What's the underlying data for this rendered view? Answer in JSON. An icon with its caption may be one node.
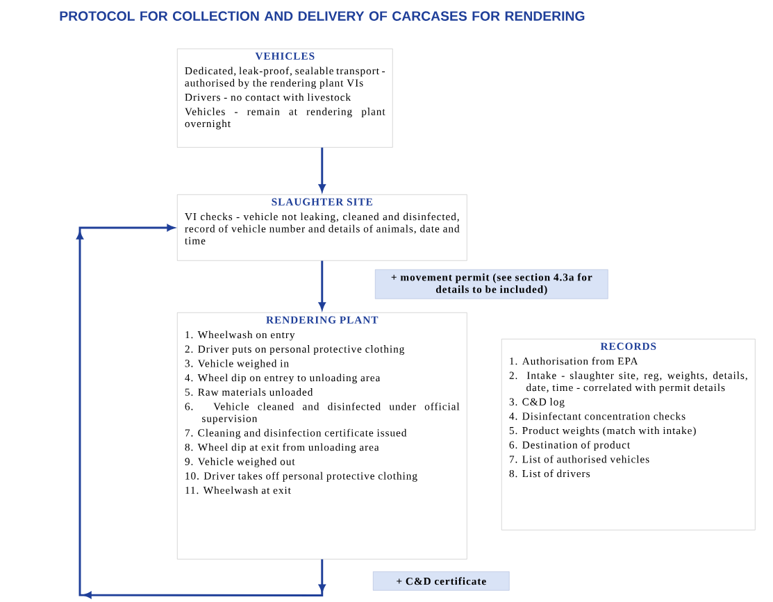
{
  "diagram": {
    "title": "PROTOCOL FOR COLLECTION AND DELIVERY OF CARCASES FOR RENDERING",
    "nodes": [
      {
        "text": [
          "VEHICLES",
          "Dedicated, leak-proof, sealable transport - authorised by the rendering plant VIs",
          "Drivers - no contact with livestock",
          "Vehicles - remain at rendering plant overnight"
        ]
      },
      {
        "text": [
          "SLAUGHTER SITE",
          "VI checks - vehicle not leaking, cleaned and disinfected, record of vehicle number and details of animals, date and time"
        ]
      },
      {
        "text": [
          "+ movement permit (see section 4.3a for details to be included)"
        ]
      },
      {
        "text": [
          "RENDERING PLANT",
          "1. Wheelwash on entry",
          "2. Driver puts on personal protective clothing",
          "3. Vehicle weighed in",
          "4. Wheel dip on entrey to unloading area",
          "5. Raw materials unloaded",
          "6. Vehicle cleaned and disinfected under official supervision",
          "7. Cleaning and disinfection certificate issued",
          "8. Wheel dip at exit from unloading area",
          "9. Vehicle weighed out",
          "10. Driver takes off personal protective clothing",
          "11. Wheelwash at exit"
        ]
      },
      {
        "text": [
          "RECORDS",
          "1. Authorisation from EPA",
          "2. Intake - slaughter site, reg, weights, details, date, time - correlated with permit details",
          "3. C&D log",
          "4. Disinfectant concentration checks",
          "5. Product weights (match with intake)",
          "6. Destination of product",
          "7. List of authorised vehicles",
          "8. List of drivers"
        ]
      },
      {
        "text": [
          "+ C&D certificate"
        ]
      }
    ],
    "edges": [
      {
        "from": 0,
        "to": 1,
        "arrow": "to"
      },
      {
        "from": 1,
        "to": 3,
        "arrow": "to"
      },
      {
        "from": 3,
        "to": 1,
        "arrow": "to"
      }
    ]
  }
}
